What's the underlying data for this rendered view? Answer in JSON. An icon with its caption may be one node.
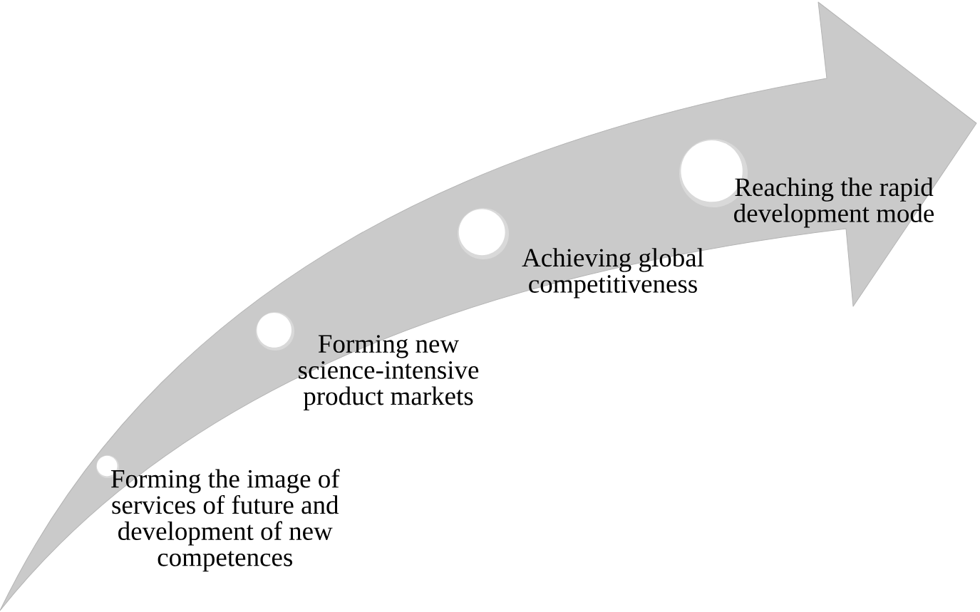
{
  "diagram": {
    "nodes": [
      {
        "text": [],
        "shape": "circle",
        "beside": [
          "Forming the image of services of future and development of new competences"
        ]
      },
      {
        "text": [],
        "shape": "circle",
        "beside": [
          "Forming new science-intensive product markets"
        ]
      },
      {
        "text": [],
        "shape": "circle",
        "beside": [
          "Achieving global competitiveness"
        ]
      },
      {
        "text": [],
        "shape": "circle",
        "beside": [
          "Reaching the rapid development mode"
        ]
      }
    ]
  }
}
